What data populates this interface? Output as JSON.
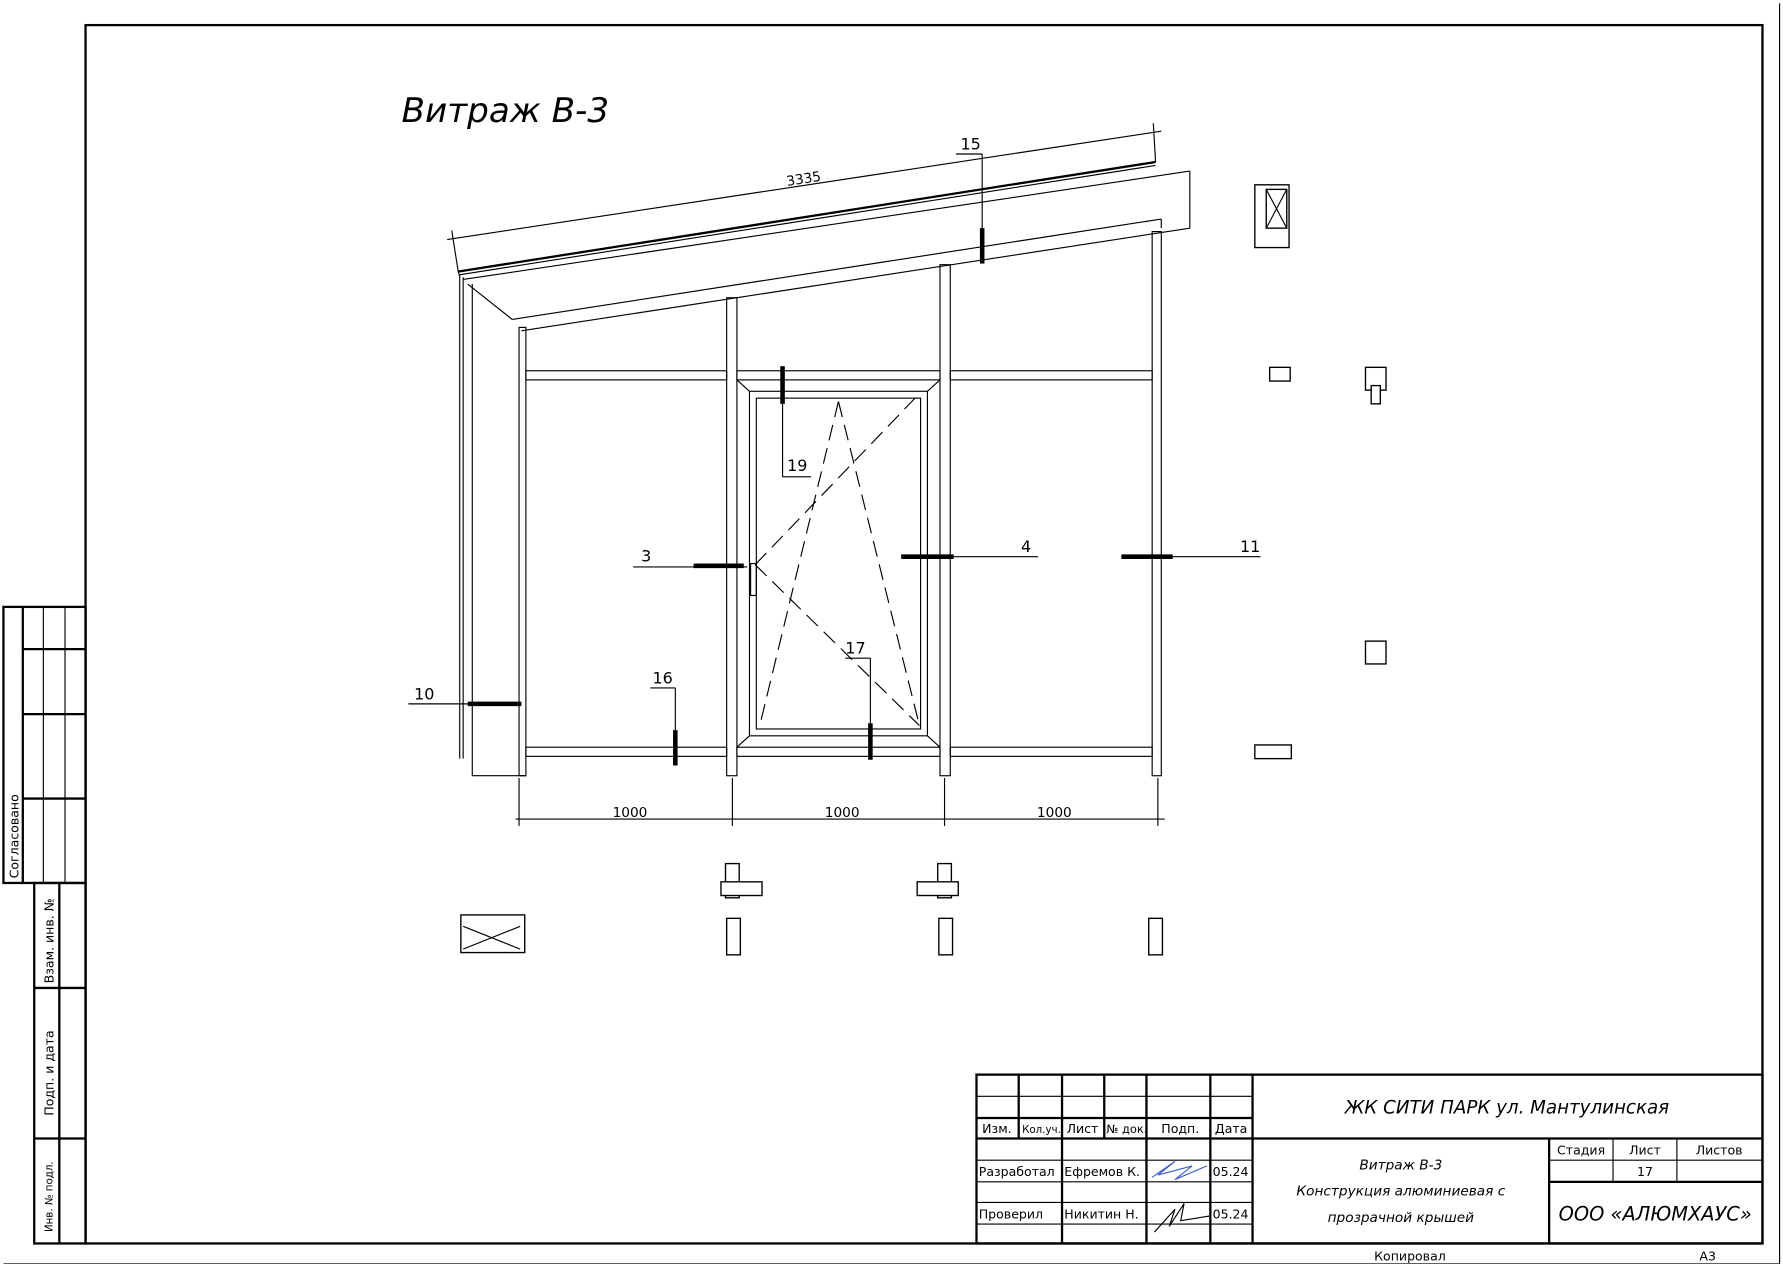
{
  "drawing": {
    "title": "Витраж В-3",
    "dimensions": {
      "overall_slope": "3335",
      "bays": [
        "1000",
        "1000",
        "1000"
      ]
    },
    "callouts": {
      "c15": "15",
      "c19": "19",
      "c3": "3",
      "c4": "4",
      "c11": "11",
      "c10": "10",
      "c16": "16",
      "c17": "17"
    }
  },
  "side_stamp": {
    "agreed": "Согласовано",
    "replace_inv": "Взам. инв. №",
    "sign_date": "Подп. и дата",
    "inv_orig": "Инв. № подл."
  },
  "title_block": {
    "headers": [
      "Изм.",
      "Кол.уч.",
      "Лист",
      "№ док.",
      "Подп.",
      "Дата"
    ],
    "rows": [
      {
        "role": "Разработал",
        "name": "Ефремов К.",
        "date": "05.24"
      },
      {
        "role": "Проверил",
        "name": "Никитин Н.",
        "date": "05.24"
      }
    ],
    "project": "ЖК СИТИ ПАРК ул. Мантулинская",
    "sheet_title": [
      "Витраж В-3",
      "Конструкция алюминиевая с",
      "прозрачной крышей"
    ],
    "stage_label": "Стадия",
    "sheet_label": "Лист",
    "sheets_label": "Листов",
    "sheet_number": "17",
    "company": "ООО «АЛЮМХАУС»",
    "copied": "Копировал",
    "format": "А3"
  }
}
